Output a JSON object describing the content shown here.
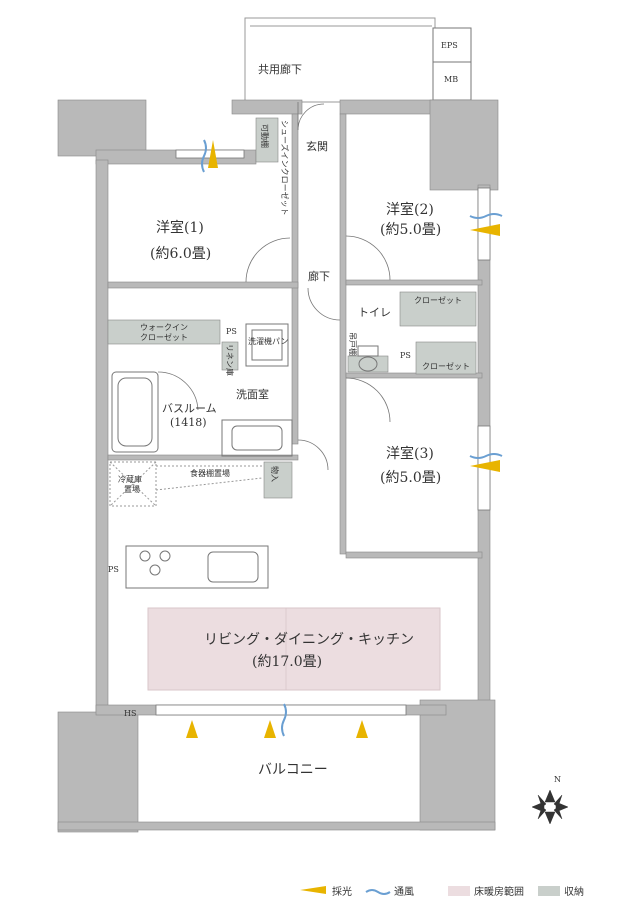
{
  "corridor": "共用廊下",
  "eps": "EPS",
  "mb": "MB",
  "shoes_closet": "シューズインクローゼット",
  "shelf_note": "可動棚",
  "entrance": "玄関",
  "room1_name": "洋室(1)",
  "room1_size": "(約6.0畳)",
  "room2_name": "洋室(2)",
  "room2_size": "(約5.0畳)",
  "room3_name": "洋室(3)",
  "room3_size": "(約5.0畳)",
  "hallway": "廊下",
  "walkin_l1": "ウォークイン",
  "walkin_l2": "クローゼット",
  "ps": "PS",
  "linen": "リネン庫",
  "washer_pan": "洗濯機パン",
  "toilet": "トイレ",
  "hanging_shelf": "吊戸棚",
  "closet": "クローゼット",
  "bathroom": "バスルーム",
  "bath_size": "(1418)",
  "washroom": "洗面室",
  "fridge_l1": "冷蔵庫",
  "fridge_l2": "置場",
  "dish_shelf": "食器棚置場",
  "storage": "物入",
  "ldk_name": "リビング・ダイニング・キッチン",
  "ldk_size": "(約17.0畳)",
  "hs": "HS",
  "balcony": "バルコニー",
  "north": "N",
  "legend": {
    "light": "採光",
    "wind": "通風",
    "floor_heat": "床暖房範囲",
    "storage": "収納"
  },
  "colors": {
    "wall": "#b9b9b9",
    "storage_fill": "#c9cfcb",
    "floor_heat_fill": "#ecdde0",
    "light_arrow": "#e8b400",
    "wind_wave": "#6a9fd2"
  }
}
